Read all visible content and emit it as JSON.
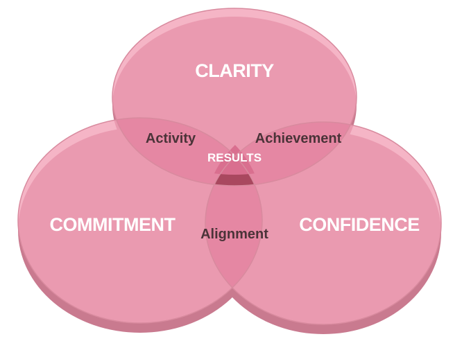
{
  "diagram": {
    "sets": [
      {
        "id": "clarity",
        "label": "CLARITY"
      },
      {
        "id": "commitment",
        "label": "COMMITMENT"
      },
      {
        "id": "confidence",
        "label": "CONFIDENCE"
      }
    ],
    "intersections": [
      {
        "id": "activity",
        "label": "Activity"
      },
      {
        "id": "achievement",
        "label": "Achievement"
      },
      {
        "id": "alignment",
        "label": "Alignment"
      }
    ],
    "center": {
      "label": "RESULTS"
    },
    "colors": {
      "circle_fill": "#f2a3b8",
      "circle_edge": "#d88a9e",
      "rim": "#c97a8f",
      "pair_overlap": "#e07f9c",
      "center_fill": "#d96f8f",
      "center_rim": "#a9485f",
      "big_text": "#ffffff",
      "mid_text": "#4a3338"
    }
  }
}
